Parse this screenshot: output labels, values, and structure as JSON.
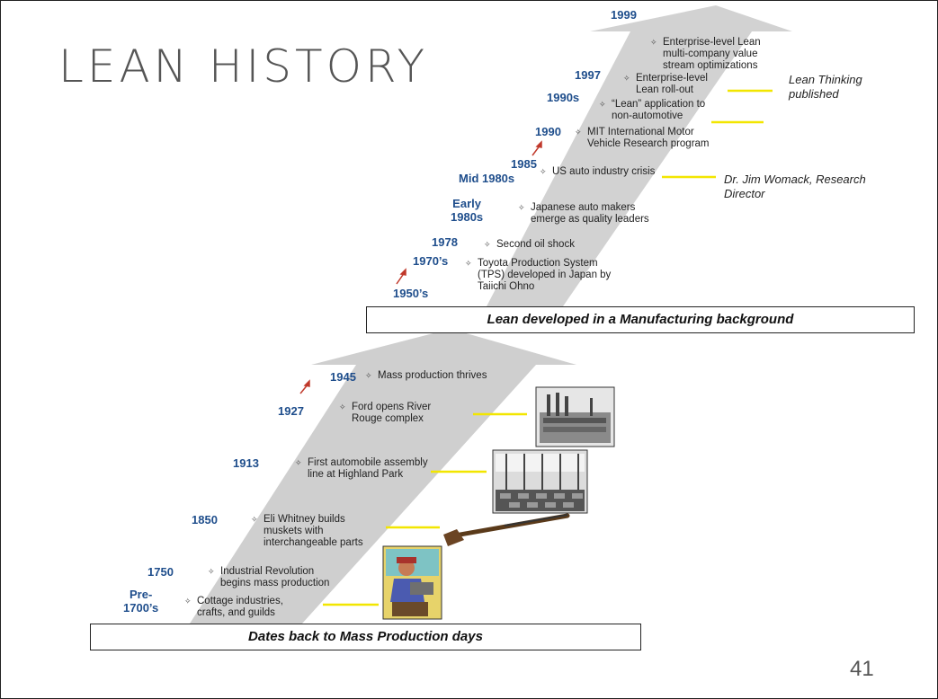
{
  "slide": {
    "title": "LEAN HISTORY",
    "page_number": "41"
  },
  "upper": {
    "banner": "Lean developed in a Manufacturing background",
    "years": {
      "y1999": "1999",
      "y1997": "1997",
      "y1990s": "1990s",
      "y1990": "1990",
      "y1985": "1985",
      "mid1980s": "Mid 1980s",
      "early1980s": "Early\n1980s",
      "y1978": "1978",
      "y1970s": "1970’s",
      "y1950s": "1950’s"
    },
    "events": {
      "e1999": "Enterprise-level Lean\nmulti-company value\nstream optimizations",
      "e1997": "Enterprise-level\nLean roll-out",
      "e1990s": "“Lean” application to\nnon-automotive",
      "e1990": "MIT International Motor\nVehicle Research program",
      "e1985": "US auto industry crisis",
      "e1980s": "Japanese auto makers\nemerge as quality leaders",
      "e1978": "Second oil shock",
      "e1950s": "Toyota Production System\n(TPS) developed in Japan by\nTaiichi Ohno"
    },
    "notes": {
      "lean_thinking": "Lean Thinking\npublished",
      "womack": "Dr. Jim Womack, Research\nDirector"
    }
  },
  "lower": {
    "banner": "Dates back to Mass Production days",
    "years": {
      "y1945": "1945",
      "y1927": "1927",
      "y1913": "1913",
      "y1850": "1850",
      "y1750": "1750",
      "pre1700s": "Pre-\n1700’s"
    },
    "events": {
      "e1945": "Mass production thrives",
      "e1927": "Ford opens River\nRouge complex",
      "e1913": "First automobile assembly\nline at Highland Park",
      "e1850": "Eli Whitney builds\nmuskets with\ninterchangeable parts",
      "e1750": "Industrial Revolution\nbegins mass production",
      "pre1700s": "Cottage industries,\ncrafts, and guilds"
    }
  },
  "colors": {
    "arrow": "#cfcfcf",
    "year": "#1f4e8c",
    "connector": "#f2e600",
    "small_arrow": "#c0392b"
  }
}
